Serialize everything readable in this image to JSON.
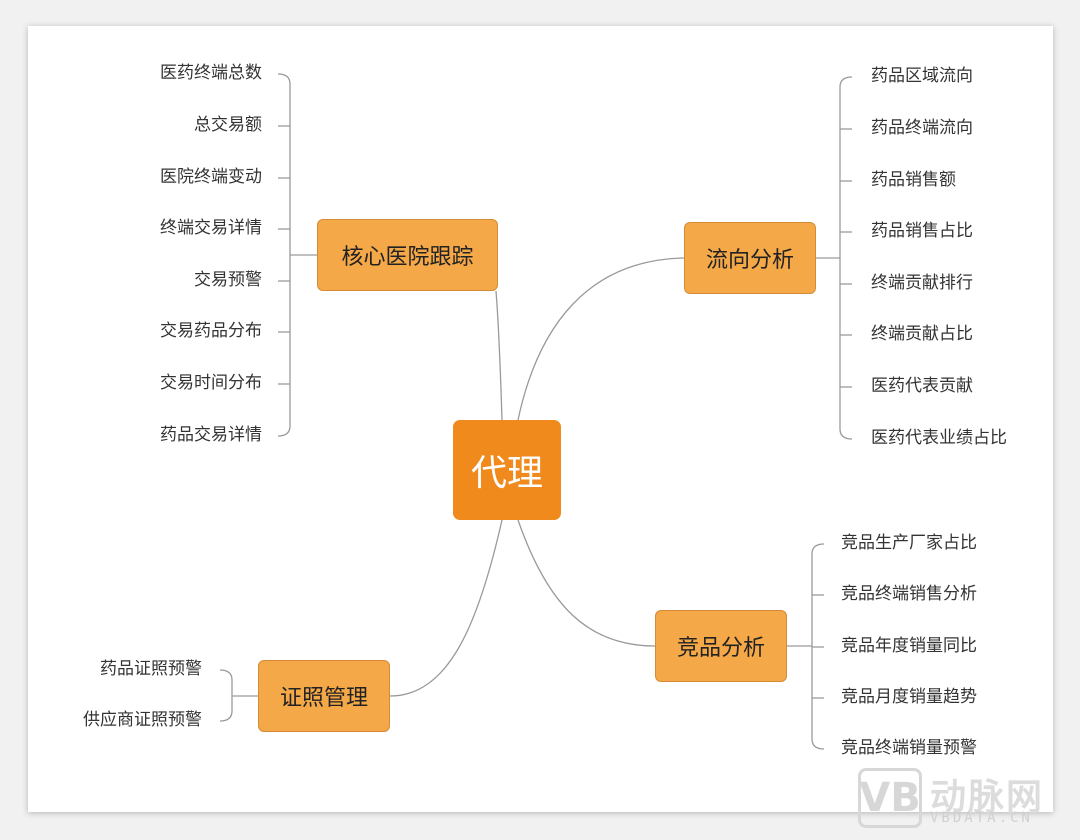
{
  "center": {
    "label": "代理"
  },
  "branches": [
    {
      "label": "核心医院跟踪",
      "children": [
        "医药终端总数",
        "总交易额",
        "医院终端变动",
        "终端交易详情",
        "交易预警",
        "交易药品分布",
        "交易时间分布",
        "药品交易详情"
      ]
    },
    {
      "label": "流向分析",
      "children": [
        "药品区域流向",
        "药品终端流向",
        "药品销售额",
        "药品销售占比",
        "终端贡献排行",
        "终端贡献占比",
        "医药代表贡献",
        "医药代表业绩占比"
      ]
    },
    {
      "label": "证照管理",
      "children": [
        "药品证照预警",
        "供应商证照预警"
      ]
    },
    {
      "label": "竞品分析",
      "children": [
        "竞品生产厂家占比",
        "竞品终端销售分析",
        "竞品年度销量同比",
        "竞品月度销量趋势",
        "竞品终端销量预警"
      ]
    }
  ],
  "watermark": {
    "brand": "动脉网",
    "logo_letters": "VB",
    "site": "VBDATA.CN"
  },
  "colors": {
    "center_fill": "#f08a1d",
    "branch_fill": "#f5a847",
    "line": "#9a9a9a"
  }
}
